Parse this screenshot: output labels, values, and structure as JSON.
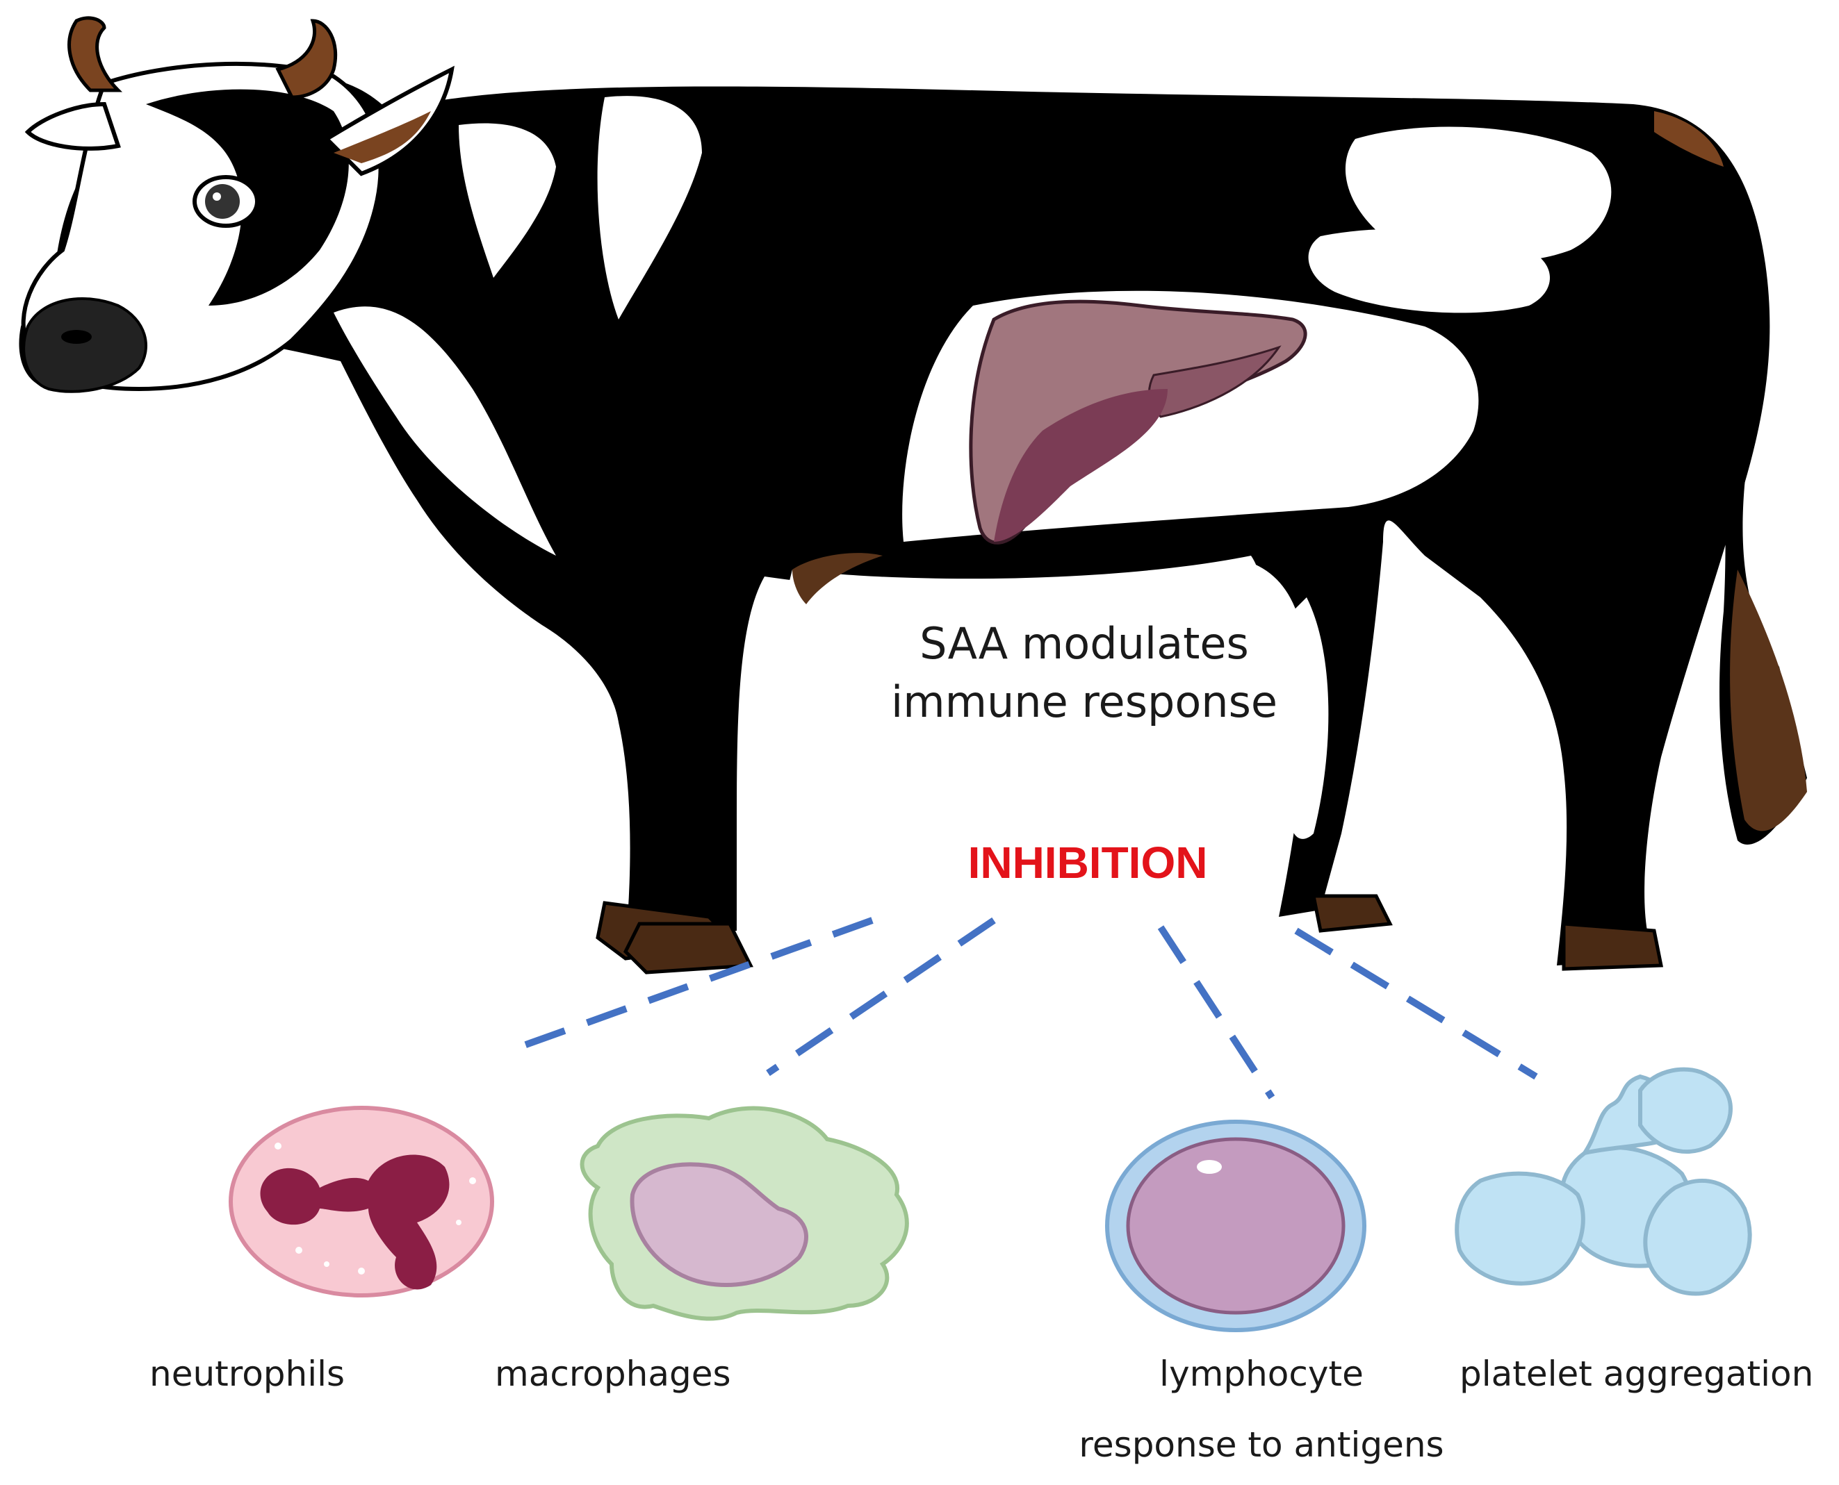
{
  "diagram": {
    "center_text": {
      "line1": "SAA modulates",
      "line2": "immune response"
    },
    "inhibition_label": "INHIBITION",
    "inhibition_color": "#e3131a",
    "connector_color": "#4472c4",
    "cells": [
      {
        "id": "neutrophils",
        "label": "neutrophils",
        "fill": "#f8c9d2",
        "nucleus": "#8b1e45"
      },
      {
        "id": "macrophages",
        "label": "macrophages",
        "fill": "#cfe6c6",
        "nucleus": "#d6b8cf"
      },
      {
        "id": "lymphocyte",
        "label_line1": "lymphocyte",
        "label_line2": "response to antigens",
        "fill": "#b3d3ee",
        "nucleus": "#c49bbf"
      },
      {
        "id": "platelets",
        "label": "platelet aggregation",
        "fill": "#bfe2f4"
      }
    ],
    "animal_colors": {
      "body": "#000000",
      "patch": "#ffffff",
      "horn": "#7a4420",
      "hoof": "#4a2a14",
      "liver": "#a1767e",
      "liver_dark": "#7b3c55"
    }
  }
}
